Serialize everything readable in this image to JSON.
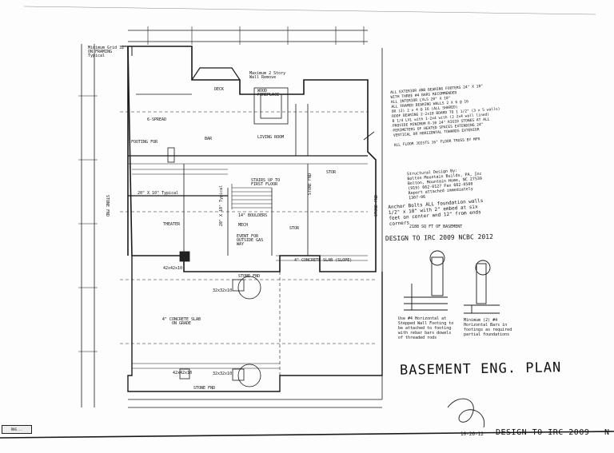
{
  "sheet": {
    "title": "BASEMENT ENG. PLAN",
    "design_note_small": "DESIGN TO IRC 2009 NCBC 2012",
    "design_note_footer": "DESIGN TO IRC 2009",
    "edge_letter": "N",
    "corner_stamp": "RNS...",
    "signature_date": "10-26-12"
  },
  "notes": [
    "ALL EXTERIOR AND BEARING FOOTERS 24\" X 10\"",
    "WITH THREE #4 BARS RECOMMENDED",
    "ALL INTERIOR LVLS 20\" X 10\"",
    "ALL FRAMED BEARING WALLS 2 X 6 @ 16",
    "OR (2) 2 x 4 @ 16 (ALL SHARED)",
    "ROOF BEARING 2-2x10 BOARD TO 1 1/2\" (3 x 5 walls)",
    "B 1/4 LVL with 1-2x4 with (2 2x4 wall lined)",
    "PROVIDE MINIMUM R-10 24\" RIGID STONES AT ALL",
    "PERIMETERS OF HEATED SPACES EXTENDING 24\"",
    "VERTICAL OR HORIZONTAL TOWARDS EXTERIOR",
    "",
    "ALL FLOOR JOISTS 16\" FLOOR TRUSS BY MFR"
  ],
  "engineer_block": [
    "Structural Design By:",
    "Bolton Mountain Builds, PA, Inc",
    "Bolton, Mountain Home, NC 27539",
    "(919) 662-0127    Fax 662-0500",
    "Report attached immediately",
    "1307-06"
  ],
  "anchor_note": [
    "Anchor Bolts ALL foundation walls",
    "1/2\" x 10\" with 2\" embed at six",
    "feet on center and 12\" from ends",
    "corners"
  ],
  "area_note": "2188 SQ FT OF BASEMENT",
  "detail_labels": {
    "left": "Use #4 Horizontal at Stepped Wall Footing to be attached to footing with rebar bars dowels of threaded rods",
    "right": "Minimum (2) #4 Horizontal Bars in footings as required partial foundations"
  },
  "rooms": {
    "deck": "DECK",
    "bar": "BAR",
    "living_room": "LIVING ROOM",
    "theater": "THEATER",
    "mech": "MECH",
    "storage": "STOR",
    "stairs": "STAIRS UP TO FIRST FLOOR",
    "slab_left": "4\" CONCRETE SLAB ON GRADE",
    "slab_right": "4\" CONCRETE SLAB (SLOPE)",
    "stone_fnd_left": "STONE FND",
    "stone_fnd_mid": "STONE FND",
    "stone_fnd_bottom": "STONE FND",
    "stone_fnd_right": "STONE FND",
    "stone_fnd_vert": "STONE FND",
    "fireplace": "WOOD FIREPLACE",
    "beam1": "20\" X 10\" Typical",
    "beam2": "20\" X 10\" Typical",
    "beam3": "14\" BOULDERS",
    "event": "EVENT FOR OUTSIDE GAS WAY",
    "post1": "32x32x10",
    "post2": "32x32x10",
    "post3": "42x42x10",
    "post4": "42x42x10",
    "top_note_left": "Minimum Grid 32\" ON FRAMING Typical",
    "top_note_right": "Maximum 2 Story Wall Remove",
    "gird": "6-SPREAD",
    "gird2": "FOOTING FOR"
  }
}
